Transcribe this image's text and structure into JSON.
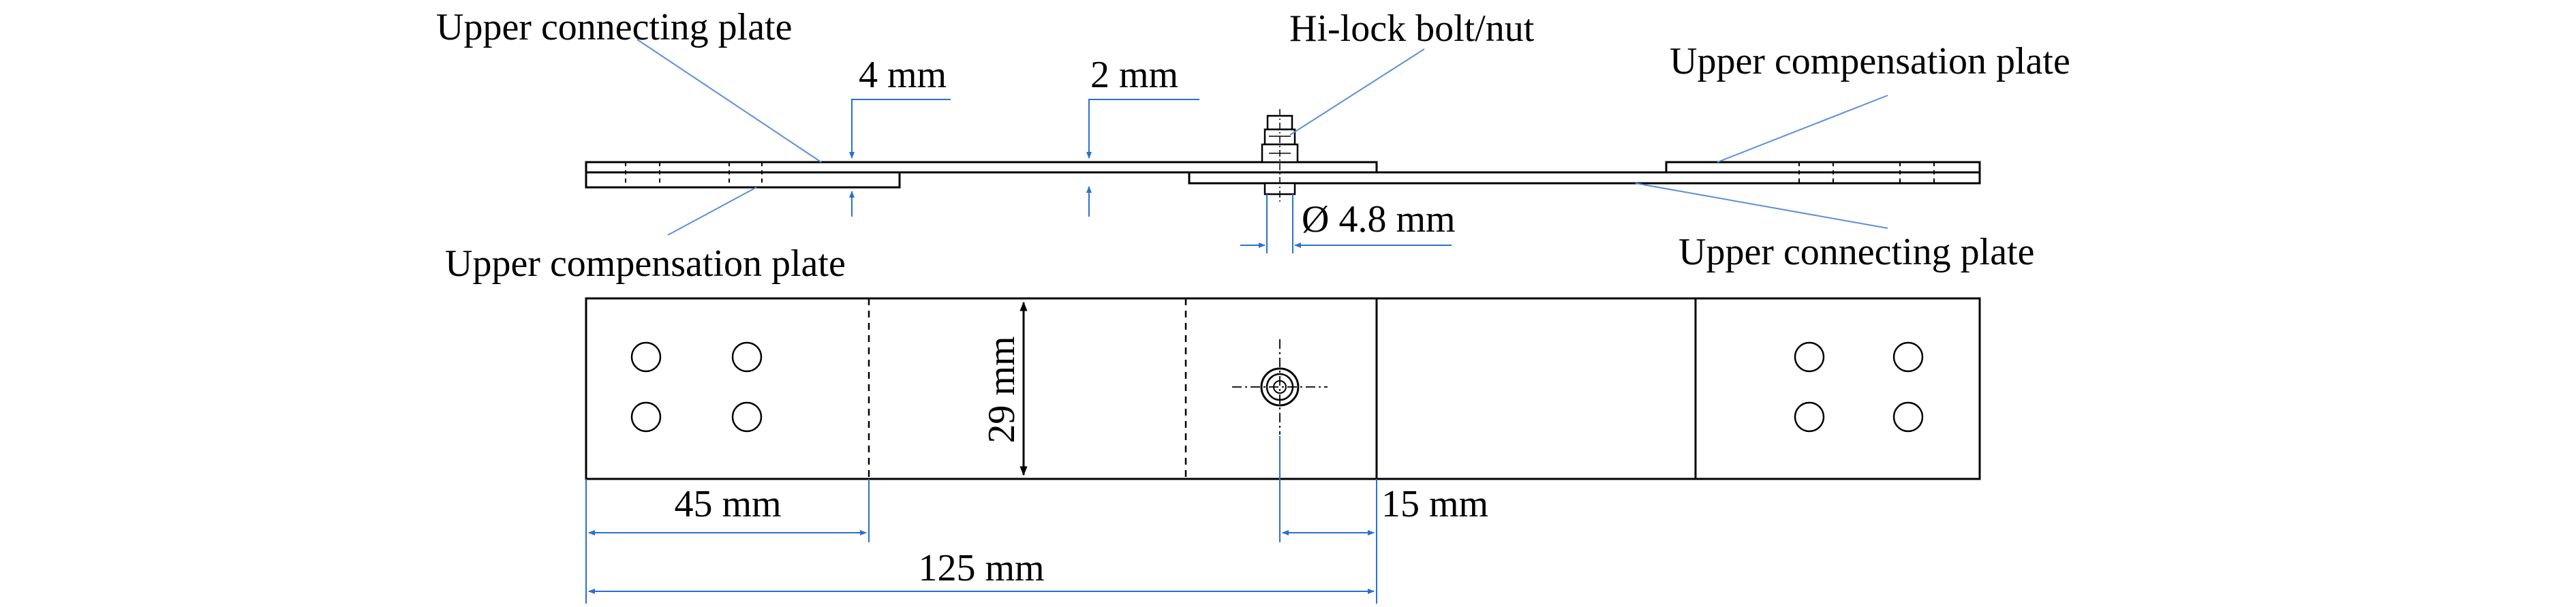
{
  "labels": {
    "upper_connecting_plate_left": "Upper connecting plate",
    "upper_compensation_plate_left": "Upper compensation plate",
    "hi_lock": "Hi-lock bolt/nut",
    "upper_compensation_plate_right": "Upper compensation plate",
    "upper_connecting_plate_right": "Upper connecting plate"
  },
  "dimensions": {
    "thickness_4": "4 mm",
    "thickness_2": "2 mm",
    "diameter": "Ø 4.8 mm",
    "width_29": "29 mm",
    "length_45": "45 mm",
    "length_15": "15 mm",
    "length_125": "125 mm"
  },
  "colors": {
    "line": "#000000",
    "dimension": "#2a6fd6",
    "leader": "#5b8fd9",
    "bolt": "#8a8a8a"
  }
}
